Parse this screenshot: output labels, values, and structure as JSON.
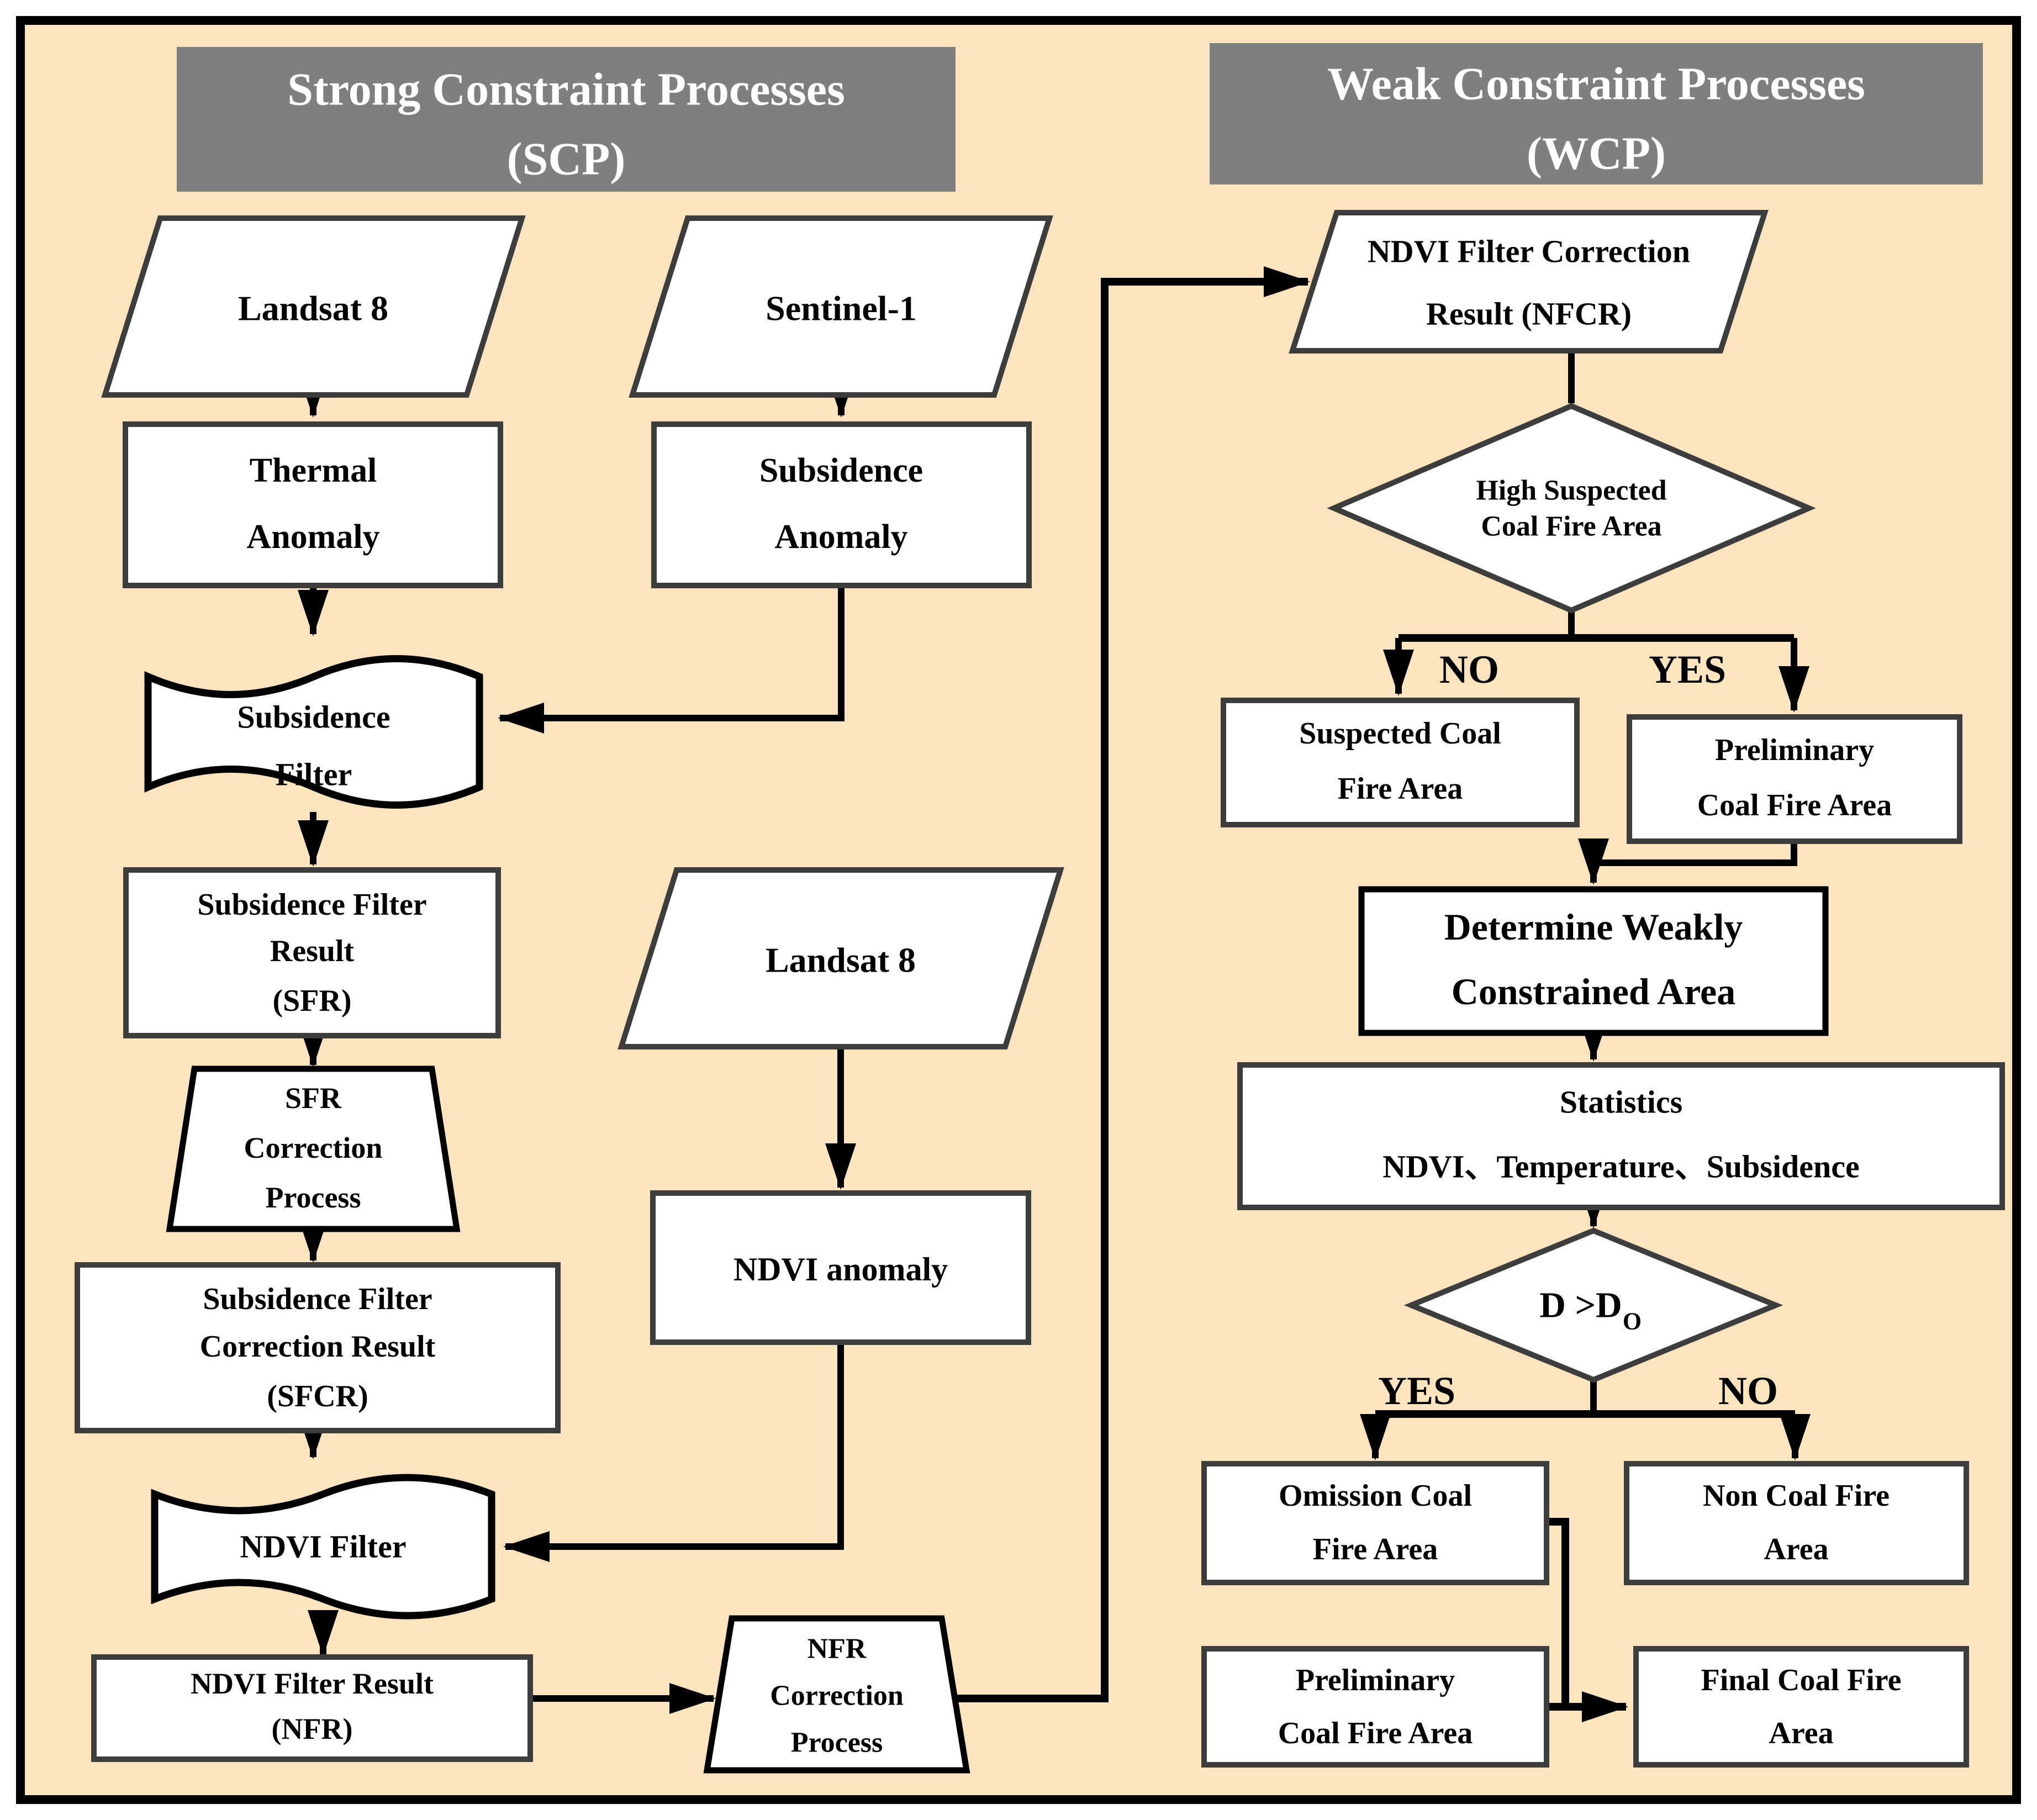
{
  "figure": {
    "type": "flowchart",
    "background_color": "#fce4be",
    "header_bg_color": "#7f7f7f",
    "shape_fill_color": "#ffffff",
    "shape_border_color": "#3d3d3d",
    "line_color": "#000000"
  },
  "headers": {
    "scp": {
      "line1": "Strong Constraint Processes",
      "line2": "(SCP)"
    },
    "wcp": {
      "line1": "Weak Constraint Processes",
      "line2": "(WCP)"
    }
  },
  "nodes": {
    "landsat8_a": {
      "label": "Landsat 8"
    },
    "thermal_anomaly": {
      "line1": "Thermal",
      "line2": "Anomaly"
    },
    "subsidence_filter": {
      "line1": "Subsidence",
      "line2": "Filter"
    },
    "sfr": {
      "line1": "Subsidence Filter",
      "line2": "Result",
      "line3": "(SFR)"
    },
    "sfr_correction": {
      "line1": "SFR",
      "line2": "Correction",
      "line3": "Process"
    },
    "sfcr": {
      "line1": "Subsidence Filter",
      "line2": "Correction Result",
      "line3": "(SFCR)"
    },
    "ndvi_filter": {
      "label": "NDVI Filter"
    },
    "nfr": {
      "line1": "NDVI Filter Result",
      "line2": "(NFR)"
    },
    "nfr_correction": {
      "line1": "NFR",
      "line2": "Correction",
      "line3": "Process"
    },
    "sentinel1": {
      "label": "Sentinel-1"
    },
    "subsidence_anomaly": {
      "line1": "Subsidence",
      "line2": "Anomaly"
    },
    "landsat8_b": {
      "label": "Landsat 8"
    },
    "ndvi_anomaly": {
      "label": "NDVI anomaly"
    },
    "nfcr": {
      "line1": "NDVI Filter Correction",
      "line2": "Result (NFCR)"
    },
    "high_suspected_decision": {
      "line1": "High Suspected",
      "line2": "Coal Fire Area"
    },
    "suspected": {
      "line1": "Suspected Coal",
      "line2": "Fire Area"
    },
    "preliminary_top": {
      "line1": "Preliminary",
      "line2": "Coal Fire Area"
    },
    "determine": {
      "line1": "Determine Weakly",
      "line2": "Constrained Area"
    },
    "statistics": {
      "line1": "Statistics",
      "line2": "NDVI、Temperature、Subsidence"
    },
    "d_decision": {
      "main": "D >D",
      "sub": "O"
    },
    "omission": {
      "line1": "Omission Coal",
      "line2": "Fire Area"
    },
    "non_coal": {
      "line1": "Non Coal Fire",
      "line2": "Area"
    },
    "preliminary_bottom": {
      "line1": "Preliminary",
      "line2": "Coal Fire Area"
    },
    "final": {
      "line1": "Final Coal Fire",
      "line2": "Area"
    }
  },
  "decisions": {
    "high_suspected": {
      "left_label": "NO",
      "right_label": "YES"
    },
    "d_threshold": {
      "left_label": "YES",
      "right_label": "NO"
    }
  }
}
